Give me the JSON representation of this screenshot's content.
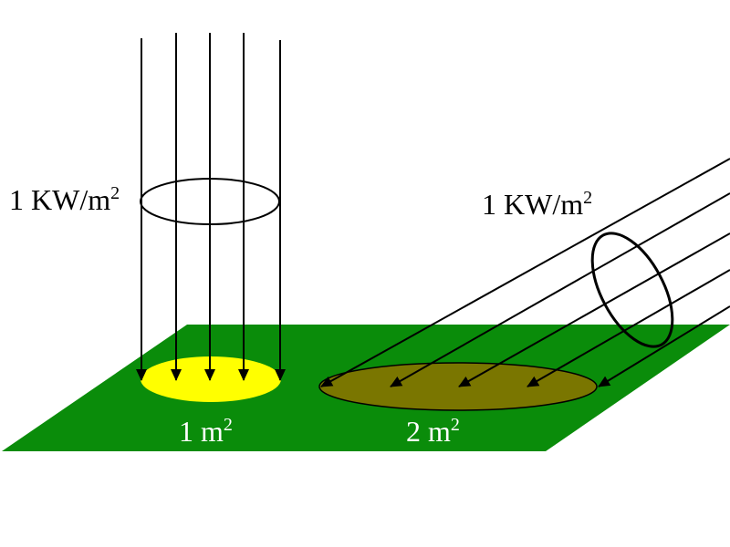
{
  "colors": {
    "ground": "#0a8c0a",
    "spot_vertical": "#ffff00",
    "spot_oblique": "#7a7600",
    "line": "#000000",
    "label_light": "#ffffff",
    "label_dark": "#000000"
  },
  "vertical_beam": {
    "flux_value": "1 KW/m",
    "flux_exponent": "2",
    "area_value": "1 m",
    "area_exponent": "2"
  },
  "oblique_beam": {
    "flux_value": "1 KW/m",
    "flux_exponent": "2",
    "area_value": "2 m",
    "area_exponent": "2"
  }
}
